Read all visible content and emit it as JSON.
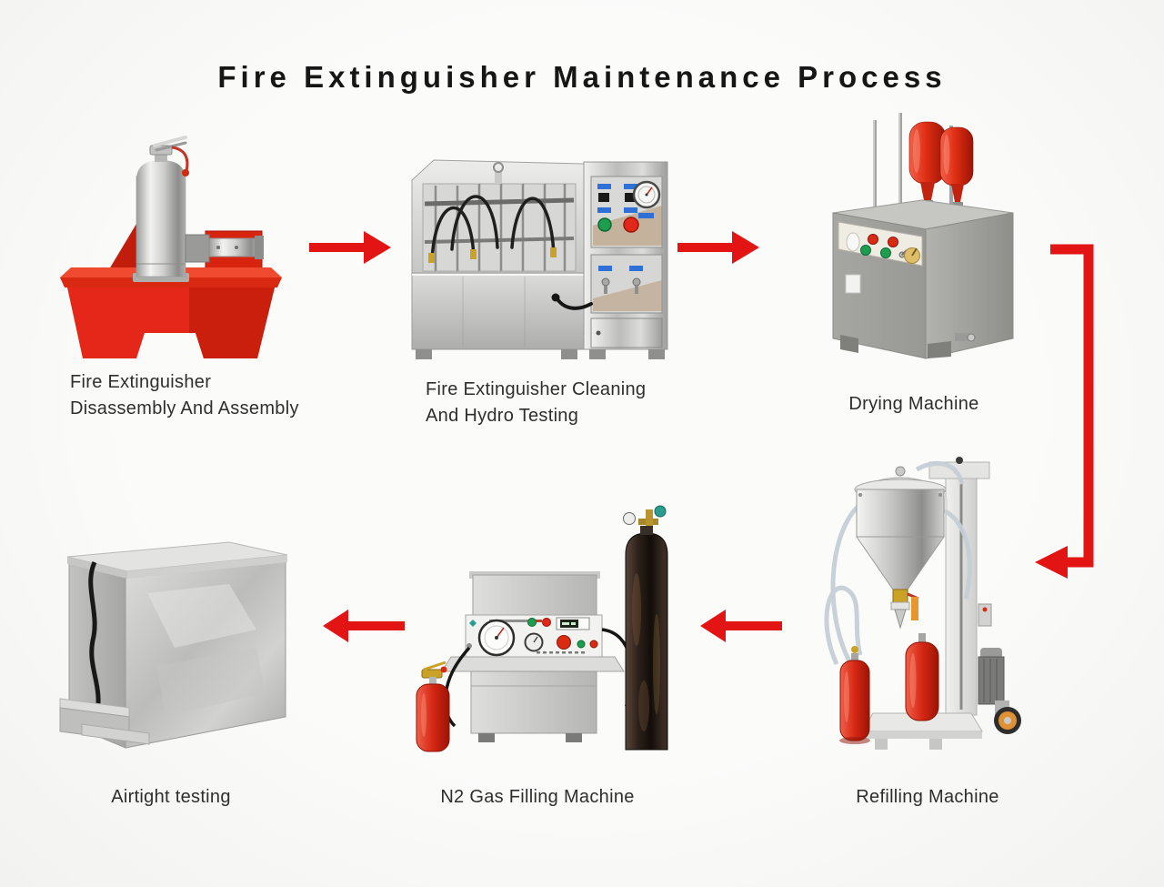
{
  "title": "Fire Extinguisher Maintenance Process",
  "steps": [
    {
      "key": "fire-extinguisher-disassembly-and-assembly",
      "caption_lines": [
        "Fire Extinguisher",
        "Disassembly And Assembly"
      ]
    },
    {
      "key": "fire-extinguisher-cleaning-and-hydro-testing",
      "caption_lines": [
        "Fire Extinguisher Cleaning",
        "And Hydro Testing"
      ]
    },
    {
      "key": "drying-machine",
      "caption_lines": [
        "Drying Machine"
      ]
    },
    {
      "key": "refilling-machine",
      "caption_lines": [
        "Refilling Machine"
      ]
    },
    {
      "key": "n2-gas-filling-machine",
      "caption_lines": [
        "N2 Gas Filling Machine"
      ]
    },
    {
      "key": "airtight-testing",
      "caption_lines": [
        "Airtight testing"
      ]
    }
  ],
  "arrows": [
    {
      "from": "Fire Extinguisher Disassembly And Assembly",
      "to": "Fire Extinguisher Cleaning And Hydro Testing",
      "direction": "right"
    },
    {
      "from": "Fire Extinguisher Cleaning And Hydro Testing",
      "to": "Drying Machine",
      "direction": "right"
    },
    {
      "from": "Drying Machine",
      "to": "Refilling Machine",
      "direction": "down-then-left"
    },
    {
      "from": "Refilling Machine",
      "to": "N2 Gas Filling Machine",
      "direction": "left"
    },
    {
      "from": "N2 Gas Filling Machine",
      "to": "Airtight testing",
      "direction": "left"
    }
  ],
  "colors": {
    "background": "#f8f8f7",
    "title_text": "#161616",
    "caption_text": "#2e2e2e",
    "arrow_red": "#e21414",
    "bench_red": "#e42718",
    "extinguisher_red": "#d52714",
    "steel_gray": "#c9c9c7",
    "panel_tag_blue": "#2f6fd8",
    "button_green": "#1f9d4e",
    "button_red": "#e2281a",
    "brass": "#c9a227",
    "wheel_orange": "#e09136"
  }
}
